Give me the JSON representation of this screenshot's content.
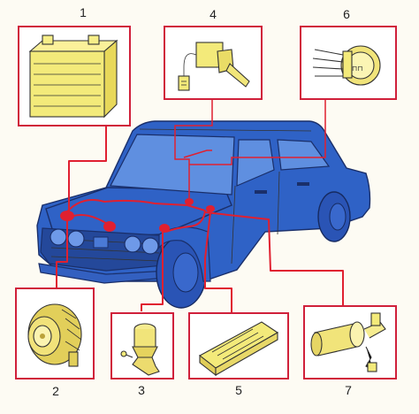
{
  "labels": {
    "battery": "1",
    "alternator": "2",
    "oil_pressure_sensor": "3",
    "temperature_sensor": "4",
    "fuse_box": "5",
    "gauge_connector": "6",
    "ignition_switch": "7"
  },
  "colors": {
    "frame": "#d0203a",
    "wiring": "#e02030",
    "car_body": "#2f62c6",
    "component_yellow": "#f3ea7a",
    "background": "#fdfbf3"
  }
}
